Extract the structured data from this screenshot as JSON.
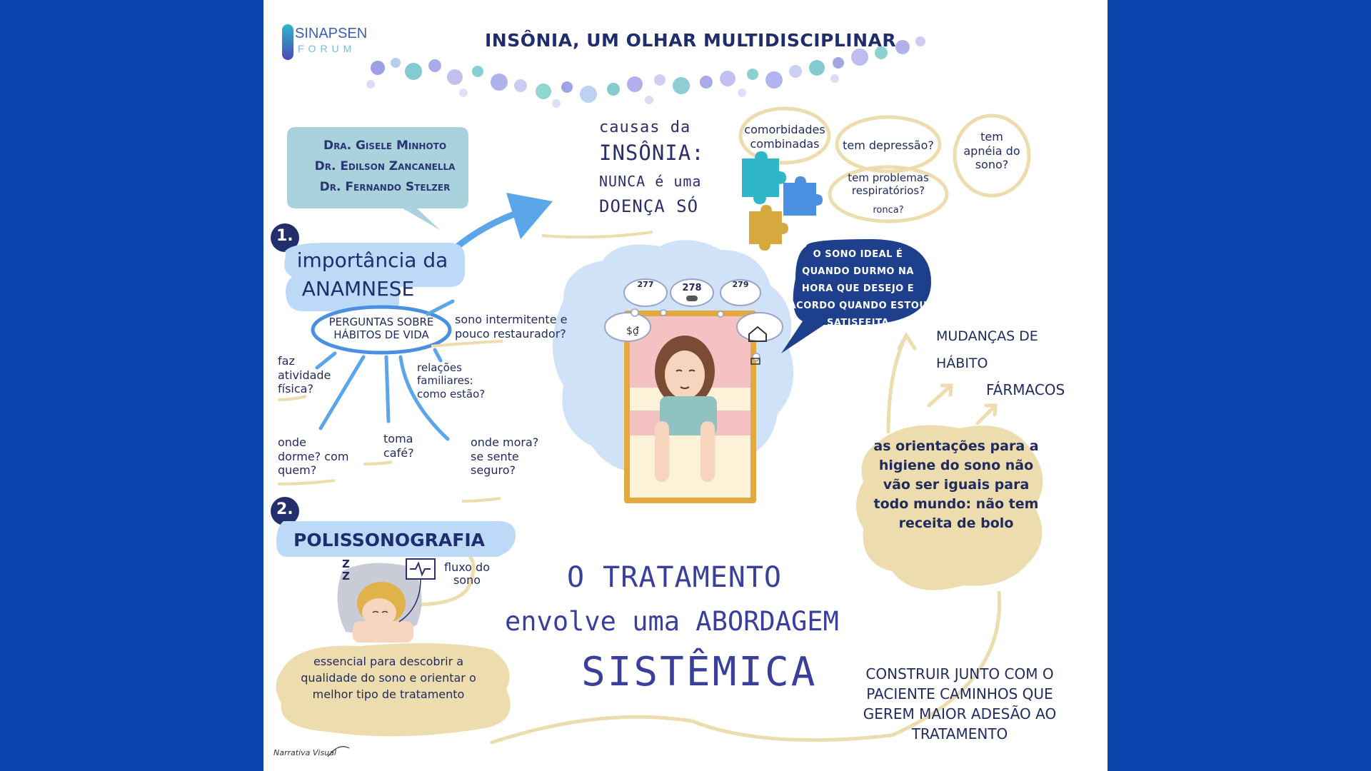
{
  "logo": {
    "name": "SINAPSEN",
    "sub": "FORUM"
  },
  "title": "INSÔNIA, UM OLHAR MULTIDISCIPLINAR",
  "speakers": [
    "Dra. Gisele Minhoto",
    "Dr. Edilson Zancanella",
    "Dr. Fernando Stelzer"
  ],
  "causes": {
    "line1": "causas da",
    "line2": "INSÔNIA:",
    "line3": "NUNCA é uma",
    "line4": "DOENÇA SÓ"
  },
  "cloud_bubbles": {
    "comorbidades": "comorbidades combinadas",
    "depressao": "tem depressão?",
    "apneia": "tem apnéia do sono?",
    "respiratorios": "tem problemas respiratórios?",
    "ronca": "ronca?"
  },
  "section1": {
    "number": "1.",
    "title_line1": "importância da",
    "title_line2": "ANAMNESE",
    "questions_box": "PERGUNTAS SOBRE HÁBITOS DE VIDA",
    "q_sono": "sono intermitente e pouco restaurador?",
    "q_atividade": "faz atividade física?",
    "q_relacoes": "relações familiares: como estão?",
    "q_dorme": "onde dorme? com quem?",
    "q_cafe": "toma café?",
    "q_mora": "onde mora? se sente seguro?"
  },
  "sheep_counts": [
    "277",
    "278",
    "279"
  ],
  "ideal_sleep": "O SONO IDEAL É QUANDO DURMO NA HORA QUE DESEJO E ACORDO QUANDO ESTOU SATISFEITA",
  "right_notes": {
    "mudancas": "MUDANÇAS DE HÁBITO",
    "farmacos": "FÁRMACOS",
    "orientacoes": "as orientações para a higiene do sono não vão ser iguais para todo mundo: não tem receita de bolo"
  },
  "section2": {
    "number": "2.",
    "title": "POLISSONOGRAFIA",
    "fluxo": "fluxo do sono",
    "zz": "Z Z",
    "essencial": "essencial para descobrir a qualidade do sono e orientar o melhor tipo de tratamento"
  },
  "treatment": {
    "line1": "O TRATAMENTO",
    "line2": "envolve uma ABORDAGEM",
    "line3": "SISTÊMICA"
  },
  "construir": "CONSTRUIR JUNTO COM O PACIENTE CAMINHOS QUE GEREM MAIOR ADESÃO AO TRATAMENTO",
  "signature": "Narrativa Visual",
  "colors": {
    "background": "#0a45ad",
    "navy_bubble": "#1d3f8c",
    "sand": "#ecdcae",
    "teal_box": "#a9d2dc",
    "light_blue": "#bcd9f7",
    "number_circle": "#232e6c",
    "arrow_blue": "#5aa6e8"
  },
  "icons": [
    "puzzle-icon",
    "sheep-icon",
    "dollar-icon",
    "house-icon",
    "monitor-icon",
    "sleeping-woman-illustration",
    "polysomnography-illustration"
  ]
}
